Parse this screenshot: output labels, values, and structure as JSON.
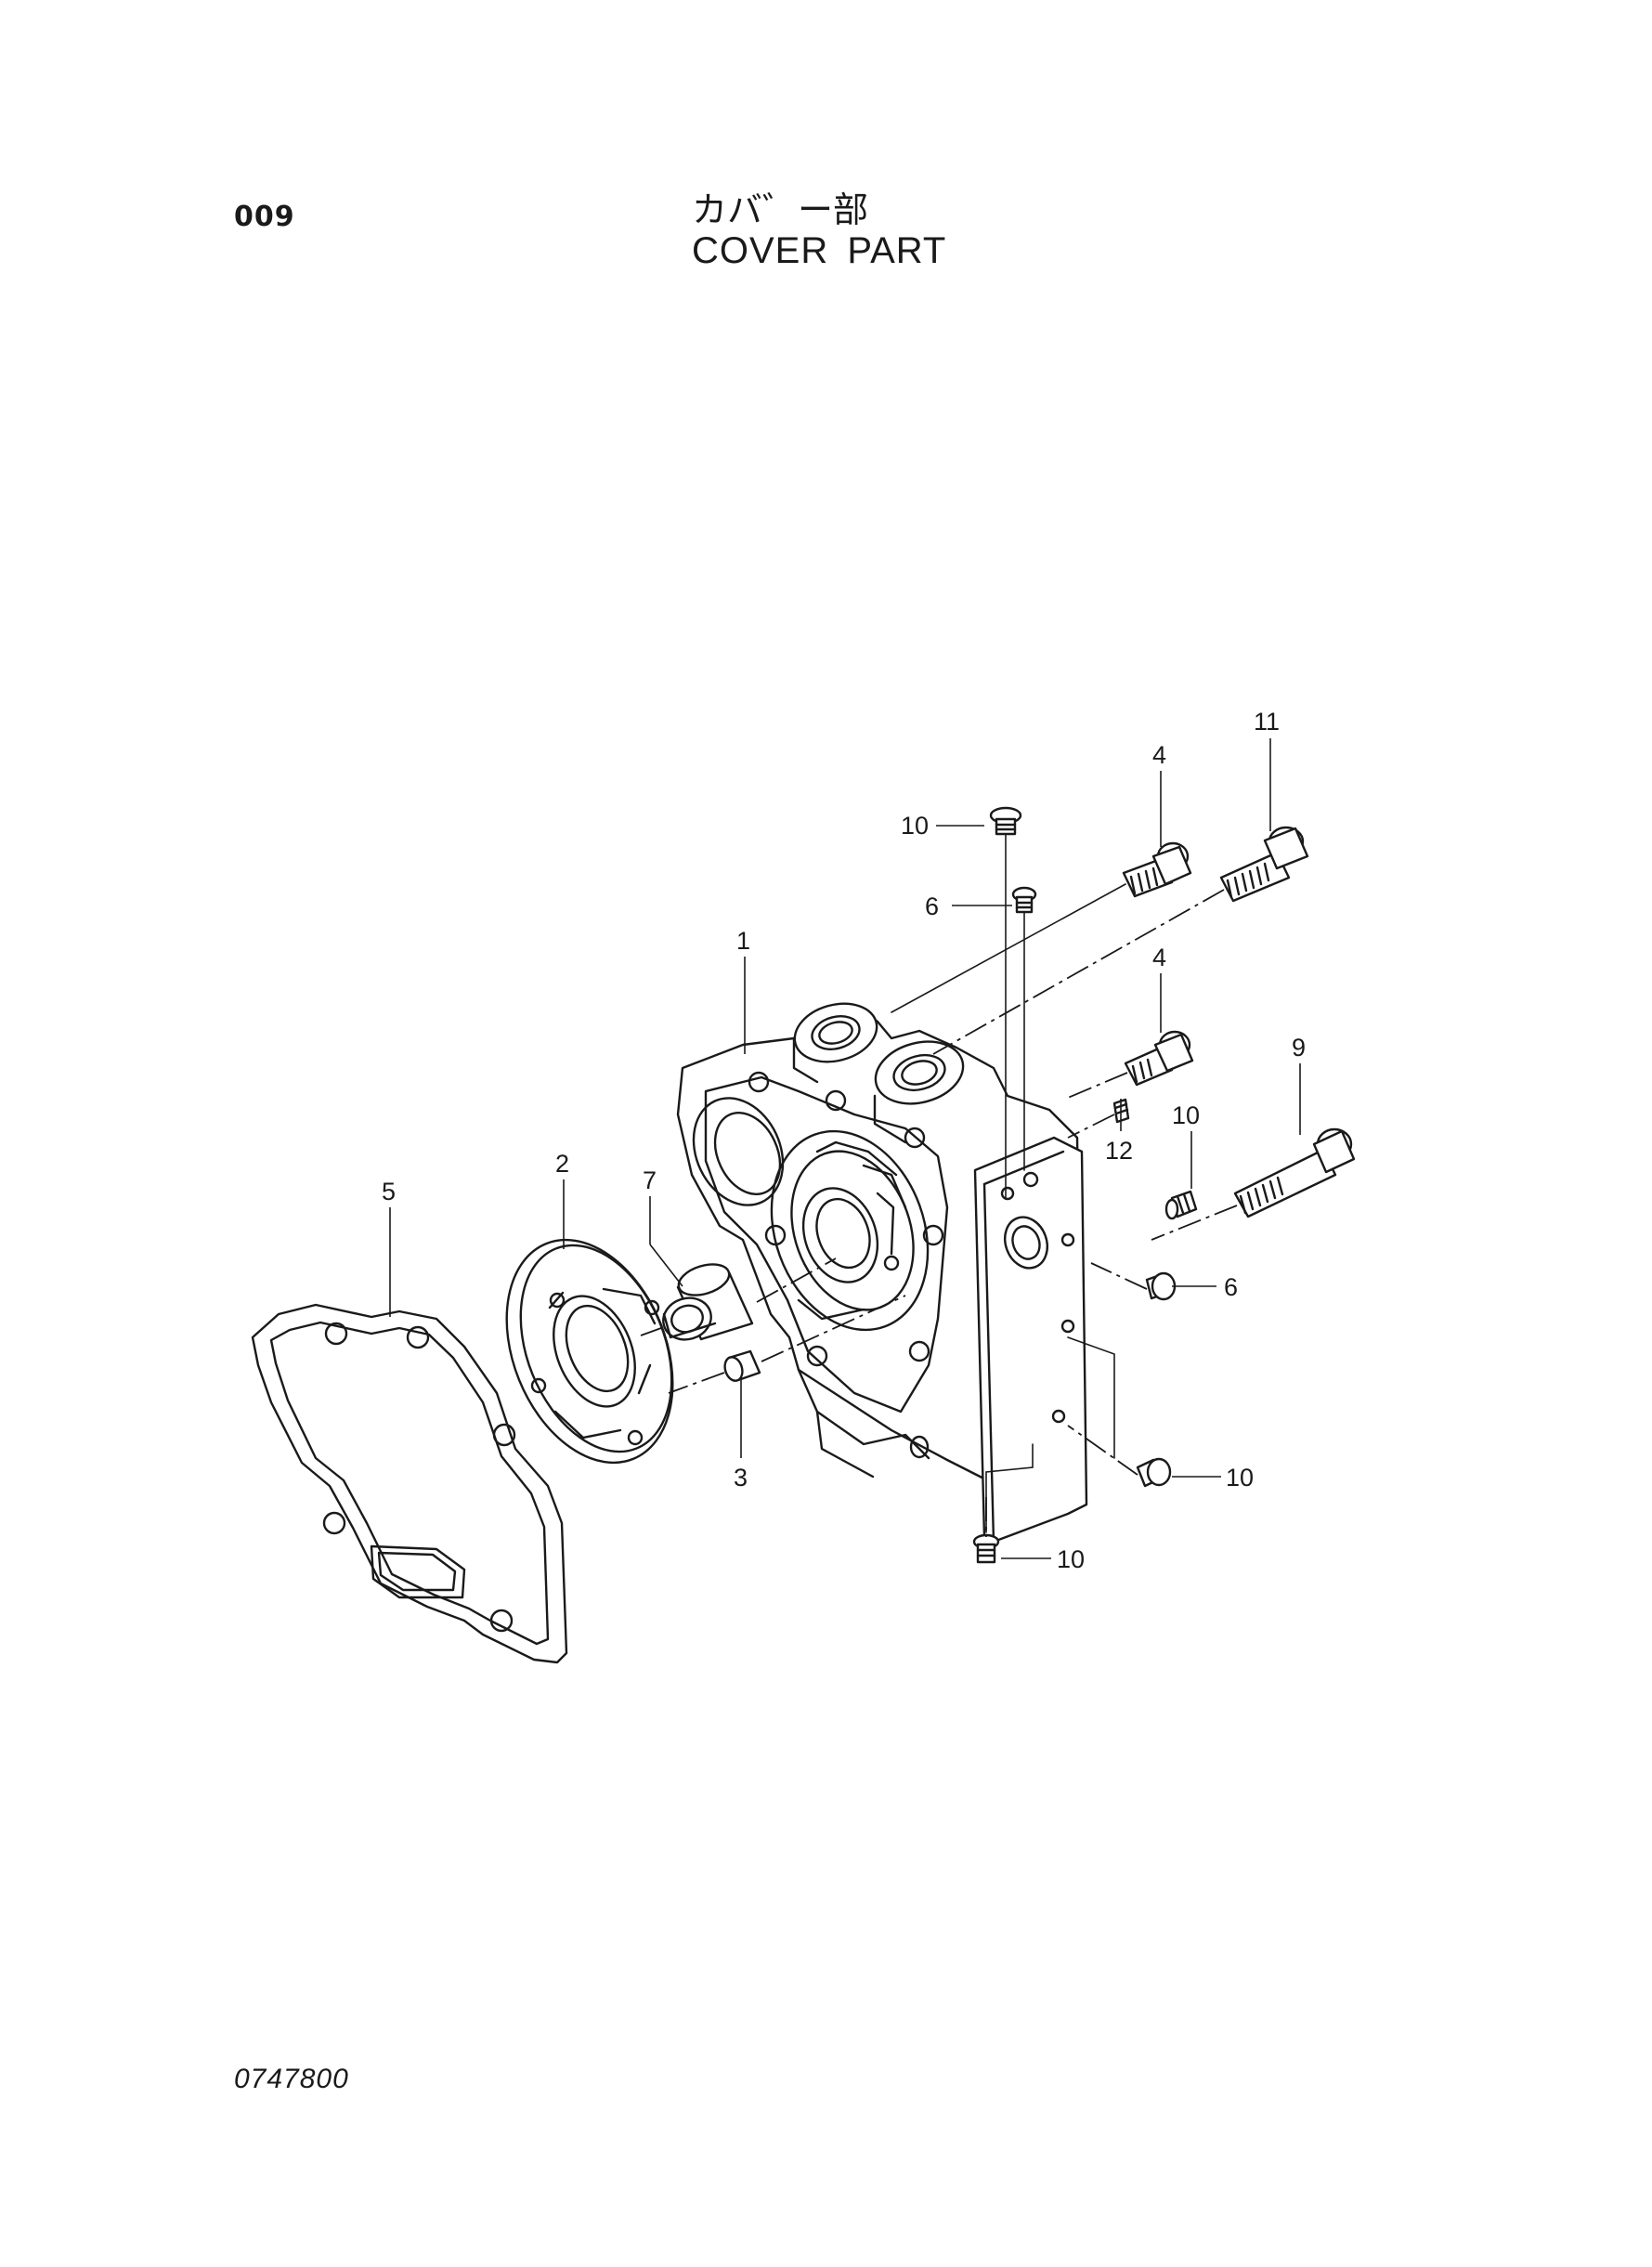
{
  "header": {
    "page_number": "009",
    "title_jp": "カバ゛ー部",
    "title_en": "COVER PART"
  },
  "footer": {
    "drawing_code": "0747800"
  },
  "callouts": {
    "c1": "1",
    "c2": "2",
    "c3": "3",
    "c4a": "4",
    "c4b": "4",
    "c5": "5",
    "c6a": "6",
    "c6b": "6",
    "c7": "7",
    "c9": "9",
    "c10a": "10",
    "c10b": "10",
    "c10c": "10",
    "c10d": "10",
    "c11": "11",
    "c12": "12"
  },
  "icons": {
    "gasket": "gasket-icon",
    "valve-plate": "valve-plate-icon",
    "bushing": "bushing-icon",
    "pin": "pin-icon",
    "cover-housing": "cover-housing-icon",
    "bolt": "bolt-icon",
    "plug": "plug-icon",
    "set-screw": "set-screw-icon"
  }
}
